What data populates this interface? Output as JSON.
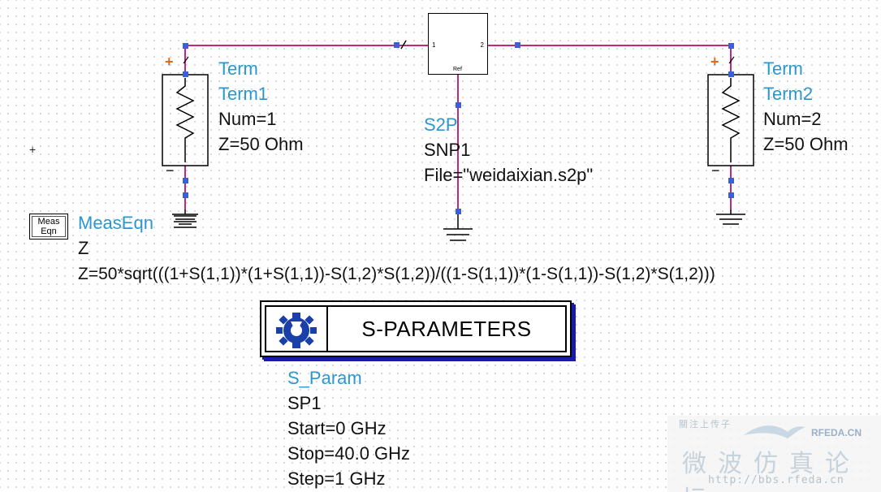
{
  "term1": {
    "type_label": "Term",
    "instance_name": "Term1",
    "num": "Num=1",
    "impedance": "Z=50 Ohm",
    "plus": "+",
    "minus": "−"
  },
  "term2": {
    "type_label": "Term",
    "instance_name": "Term2",
    "num": "Num=2",
    "impedance": "Z=50 Ohm",
    "plus": "+",
    "minus": "−"
  },
  "snp": {
    "type_label": "S2P",
    "instance_name": "SNP1",
    "file": "File=\"weidaixian.s2p\"",
    "port1": "1",
    "port2": "2",
    "ref": "Ref"
  },
  "meas_eqn": {
    "badge_line1": "Meas",
    "badge_line2": "Eqn",
    "type_label": "MeasEqn",
    "instance_name": "Z",
    "equation": "Z=50*sqrt(((1+S(1,1))*(1+S(1,1))-S(1,2)*S(1,2))/((1-S(1,1))*(1-S(1,1))-S(1,2)*S(1,2)))"
  },
  "sparam": {
    "box_title": "S-PARAMETERS",
    "type_label": "S_Param",
    "instance_name": "SP1",
    "start": "Start=0 GHz",
    "stop": "Stop=40.0 GHz",
    "step": "Step=1 GHz"
  },
  "origin_marker": "+",
  "watermark": {
    "top_text": "關注上传子",
    "brand": "RFEDA.CN",
    "main_text": "微波仿真论坛",
    "url": "http://bbs.rfeda.cn"
  },
  "colors": {
    "wire": "#c0287f",
    "label_blue": "#2a97cf",
    "pin": "#3a5fd8",
    "plus_orange": "#e06a1a"
  }
}
